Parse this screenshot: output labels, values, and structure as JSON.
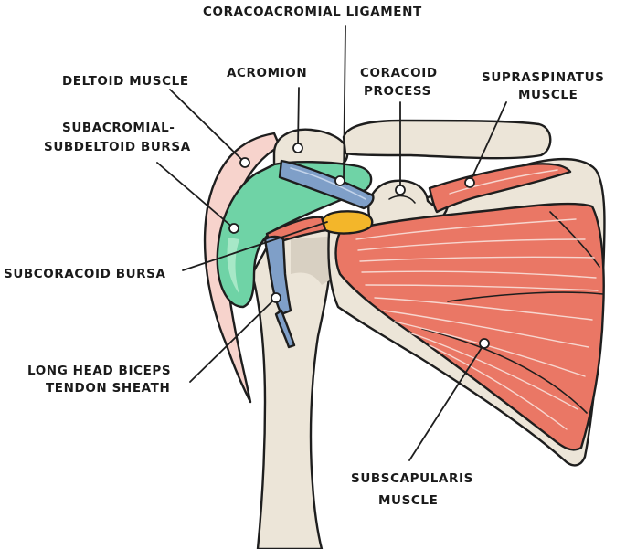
{
  "labels": {
    "coracoacromial_ligament": "CORACOACROMIAL LIGAMENT",
    "deltoid_muscle": "DELTOID MUSCLE",
    "acromion": "ACROMION",
    "coracoid_process_line1": "CORACOID",
    "coracoid_process_line2": "PROCESS",
    "supraspinatus_line1": "SUPRASPINATUS",
    "supraspinatus_line2": "MUSCLE",
    "subacromial_line1": "SUBACROMIAL-",
    "subacromial_line2": "SUBDELTOID BURSA",
    "subcoracoid_bursa": "SUBCORACOID BURSA",
    "biceps_line1": "LONG HEAD BICEPS",
    "biceps_line2": "TENDON SHEATH",
    "subscapularis_line1": "SUBSCAPULARIS",
    "subscapularis_line2": "MUSCLE"
  },
  "colors": {
    "bone": "#ece5d8",
    "bone_shadow": "#d8d0c2",
    "muscle": "#ea7765",
    "muscle_fiber": "#f7d6cf",
    "bursa_green": "#6fd3a6",
    "bursa_green_light": "#a7e8c7",
    "bursa_yellow": "#f3b62a",
    "ligament_blue": "#7f9fc8",
    "deltoid_pink": "#f7d3cc",
    "outline": "#1e1e1e"
  }
}
